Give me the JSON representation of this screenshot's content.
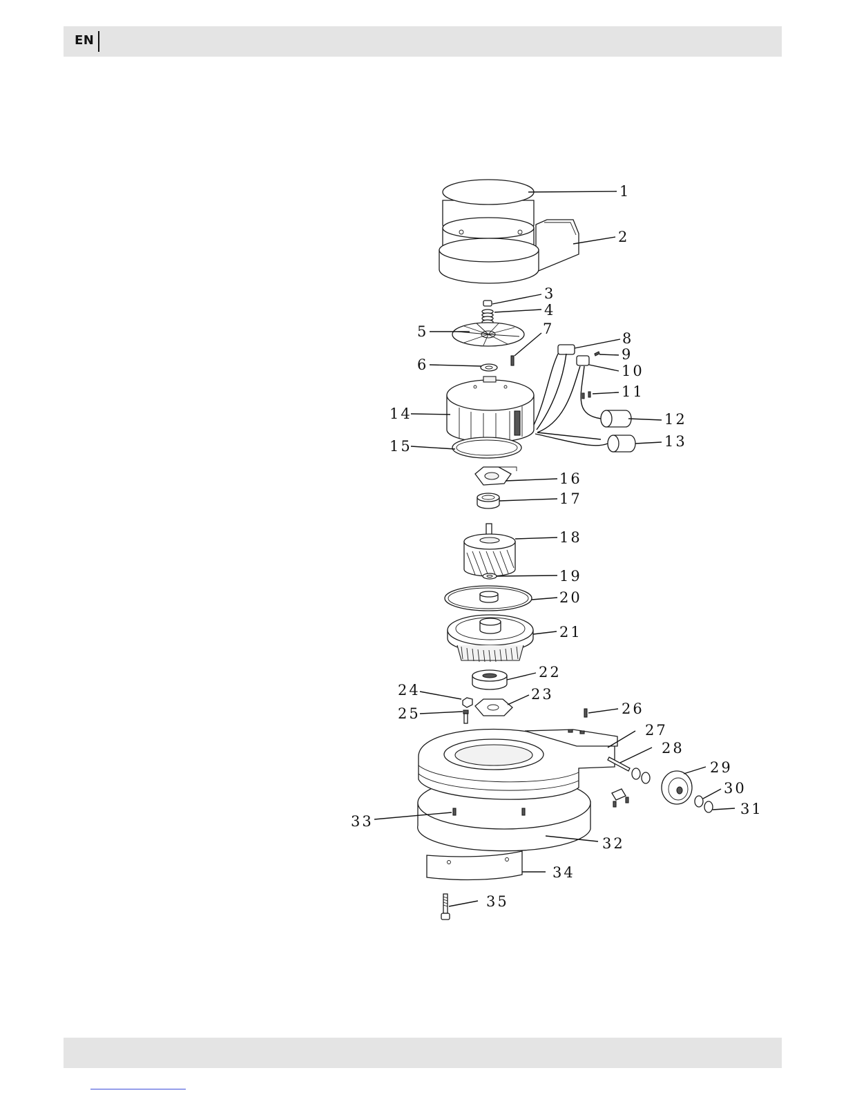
{
  "header": {
    "language": "EN"
  },
  "diagram": {
    "callouts": [
      {
        "num": "1"
      },
      {
        "num": "2"
      },
      {
        "num": "3"
      },
      {
        "num": "4"
      },
      {
        "num": "5"
      },
      {
        "num": "6"
      },
      {
        "num": "7"
      },
      {
        "num": "8"
      },
      {
        "num": "9"
      },
      {
        "num": "10"
      },
      {
        "num": "11"
      },
      {
        "num": "12"
      },
      {
        "num": "13"
      },
      {
        "num": "14"
      },
      {
        "num": "15"
      },
      {
        "num": "16"
      },
      {
        "num": "17"
      },
      {
        "num": "18"
      },
      {
        "num": "19"
      },
      {
        "num": "20"
      },
      {
        "num": "21"
      },
      {
        "num": "22"
      },
      {
        "num": "23"
      },
      {
        "num": "24"
      },
      {
        "num": "25"
      },
      {
        "num": "26"
      },
      {
        "num": "27"
      },
      {
        "num": "28"
      },
      {
        "num": "29"
      },
      {
        "num": "30"
      },
      {
        "num": "31"
      },
      {
        "num": "32"
      },
      {
        "num": "33"
      },
      {
        "num": "34"
      },
      {
        "num": "35"
      }
    ]
  }
}
